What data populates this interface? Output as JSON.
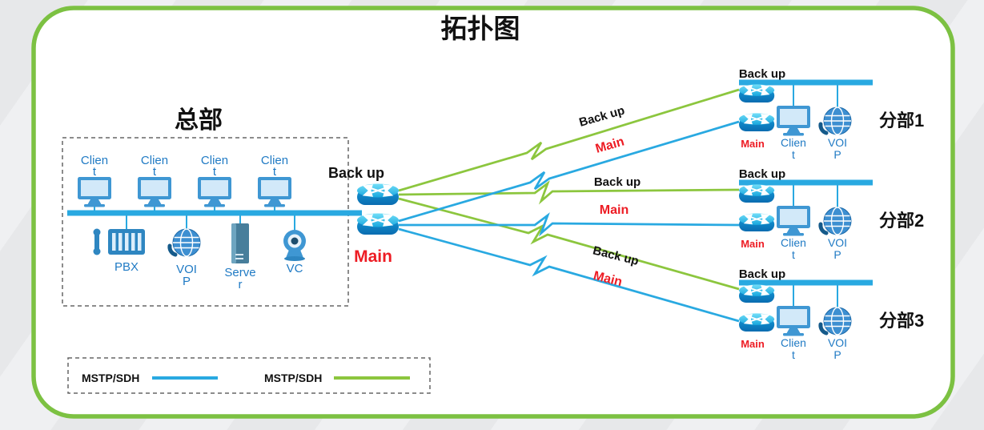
{
  "title": "拓扑图",
  "headquarters": {
    "name": "总部",
    "clients": [
      {
        "line1": "Clien",
        "line2": "t"
      },
      {
        "line1": "Clien",
        "line2": "t"
      },
      {
        "line1": "Clien",
        "line2": "t"
      },
      {
        "line1": "Clien",
        "line2": "t"
      }
    ],
    "devices": [
      {
        "id": "pbx",
        "line1": "PBX"
      },
      {
        "id": "voip",
        "line1": "VOI",
        "line2": "P"
      },
      {
        "id": "server",
        "line1": "Serve",
        "line2": "r"
      },
      {
        "id": "vc",
        "line1": "VC"
      }
    ]
  },
  "core": {
    "backup_label": "Back up",
    "main_label": "Main"
  },
  "links": [
    {
      "to": "分部1",
      "backup_label": "Back up",
      "main_label": "Main"
    },
    {
      "to": "分部2",
      "backup_label": "Back up",
      "main_label": "Main"
    },
    {
      "to": "分部3",
      "backup_label": "Back up",
      "main_label": "Main"
    }
  ],
  "branches": [
    {
      "name": "分部1",
      "backup_label": "Back up",
      "main_label": "Main",
      "client": {
        "line1": "Clien",
        "line2": "t"
      },
      "voip": {
        "line1": "VOI",
        "line2": "P"
      }
    },
    {
      "name": "分部2",
      "backup_label": "Back up",
      "main_label": "Main",
      "client": {
        "line1": "Clien",
        "line2": "t"
      },
      "voip": {
        "line1": "VOI",
        "line2": "P"
      }
    },
    {
      "name": "分部3",
      "backup_label": "Back up",
      "main_label": "Main",
      "client": {
        "line1": "Clien",
        "line2": "t"
      },
      "voip": {
        "line1": "VOI",
        "line2": "P"
      }
    }
  ],
  "legend": {
    "items": [
      {
        "label": "MSTP/SDH",
        "line_type": "main",
        "color": "#29a9e1"
      },
      {
        "label": "MSTP/SDH",
        "line_type": "backup",
        "color": "#8cc63e"
      }
    ]
  },
  "colors": {
    "main_link": "#29a9e1",
    "backup_link": "#8cc63e",
    "main_text": "#ed1c24",
    "device_label": "#1f7ac4",
    "border": "#7cc142"
  }
}
